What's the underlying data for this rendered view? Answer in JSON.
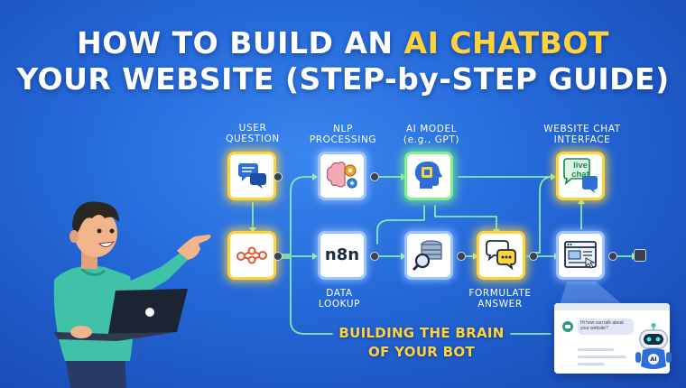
{
  "title": {
    "line1_prefix": "HOW TO BUILD AN",
    "line1_highlight": "AI CHATBOT",
    "line2": "YOUR WEBSITE (STEP-by-STEP GUIDE)"
  },
  "stages": {
    "user_question": "USER QUESTION",
    "nlp_processing": "NLP PROCESSING",
    "ai_model": "AI MODEL (e.g., GPT)",
    "website_chat": "WEBSITE CHAT INTERFACE",
    "data_lookup": "DATA LOOKUP",
    "formulate_answer": "FORMULATE ANSWER"
  },
  "nodes": {
    "n8n_label": "n8n",
    "live_chat_label": "live chat"
  },
  "footer": {
    "brain_line1": "BUILDING THE BRAIN",
    "brain_line2": "OF YOUR BOT"
  },
  "chat_preview": {
    "message": "Hi how can talk about your website?",
    "bot_badge": "AI"
  },
  "colors": {
    "background": "#2468d8",
    "highlight": "#ffd23a",
    "glow_green": "#7df28a",
    "connector": "#8ff0a0"
  },
  "icons": [
    "chat-bubbles-icon",
    "share-nodes-icon",
    "brain-gears-icon",
    "n8n-logo",
    "ai-head-icon",
    "database-search-icon",
    "answer-bubbles-icon",
    "live-chat-icon",
    "browser-window-icon",
    "robot-icon"
  ]
}
